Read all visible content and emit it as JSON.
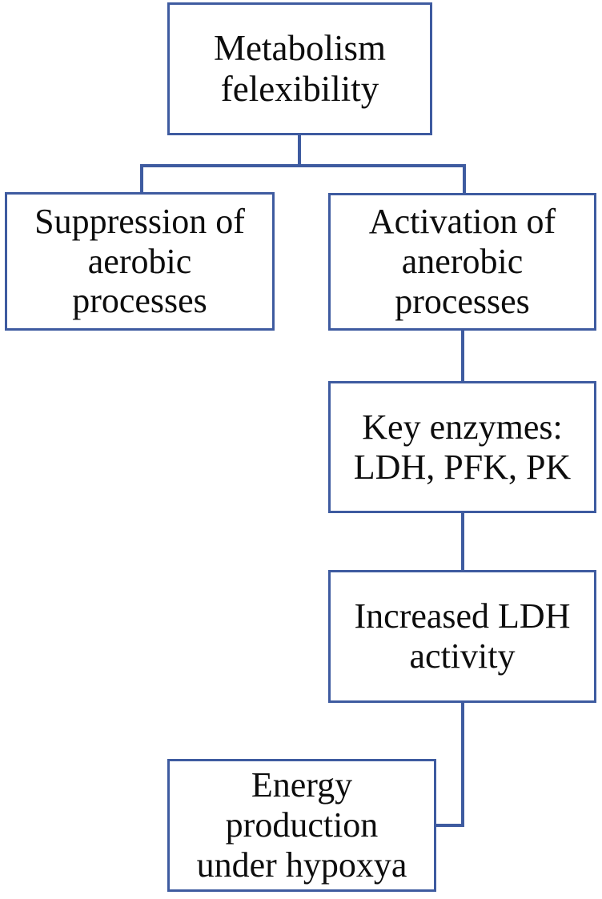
{
  "diagram": {
    "title": "Metabolism flexibility under hypoxia flowchart",
    "stroke_color": "#3e5ba0",
    "text_color": "#0d0d0d",
    "background_color": "#ffffff",
    "nodes": [
      {
        "id": "root",
        "label": "Metabolism\nfelexibility",
        "lines": [
          "Metabolism",
          "felexibility"
        ]
      },
      {
        "id": "suppression",
        "label": "Suppression of\naerobic\nprocesses",
        "lines": [
          "Suppression of",
          "aerobic",
          "processes"
        ]
      },
      {
        "id": "activation",
        "label": "Activation of\nanerobic\nprocesses",
        "lines": [
          "Activation of",
          "anerobic",
          "processes"
        ]
      },
      {
        "id": "enzymes",
        "label": "Key enzymes:\nLDH, PFK, PK",
        "lines": [
          "Key enzymes:",
          "LDH, PFK, PK"
        ]
      },
      {
        "id": "ldh",
        "label": "Increased LDH\nactivity",
        "lines": [
          "Increased LDH",
          "activity"
        ]
      },
      {
        "id": "energy",
        "label": "Energy\nproduction\nunder hypoxya",
        "lines": [
          "Energy",
          "production",
          "under hypoxya"
        ]
      }
    ],
    "edges": [
      {
        "id": "root-to-suppression",
        "from": "root",
        "to": "suppression",
        "style": "orthogonal"
      },
      {
        "id": "root-to-activation",
        "from": "root",
        "to": "activation",
        "style": "orthogonal"
      },
      {
        "id": "activation-to-enzymes",
        "from": "activation",
        "to": "enzymes",
        "style": "straight"
      },
      {
        "id": "enzymes-to-ldh",
        "from": "enzymes",
        "to": "ldh",
        "style": "straight"
      },
      {
        "id": "ldh-to-energy",
        "from": "ldh",
        "to": "energy",
        "style": "orthogonal"
      }
    ]
  }
}
